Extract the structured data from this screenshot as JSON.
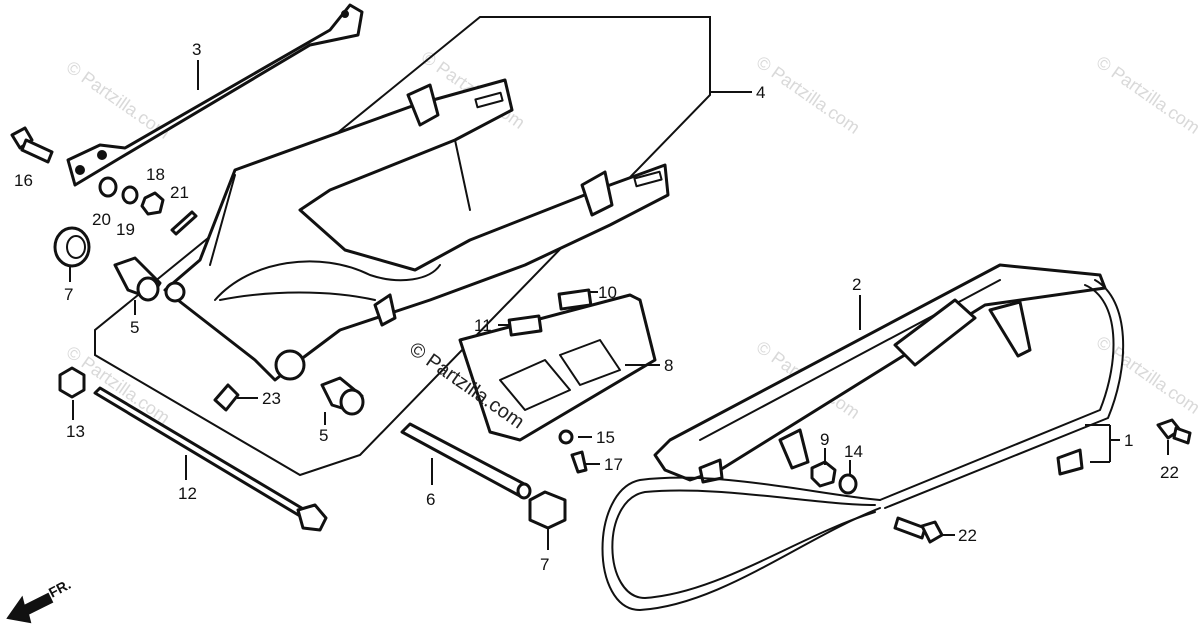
{
  "diagram": {
    "watermark": "© Partzilla.com",
    "direction_label": "FR.",
    "callouts": {
      "c1": "1",
      "c2": "2",
      "c3": "3",
      "c4": "4",
      "c5a": "5",
      "c5b": "5",
      "c6": "6",
      "c7a": "7",
      "c7b": "7",
      "c8": "8",
      "c9": "9",
      "c10": "10",
      "c11": "11",
      "c12": "12",
      "c13": "13",
      "c14": "14",
      "c15": "15",
      "c16": "16",
      "c17": "17",
      "c18": "18",
      "c19": "19",
      "c20": "20",
      "c21": "21",
      "c22a": "22",
      "c22b": "22",
      "c23": "23"
    }
  }
}
